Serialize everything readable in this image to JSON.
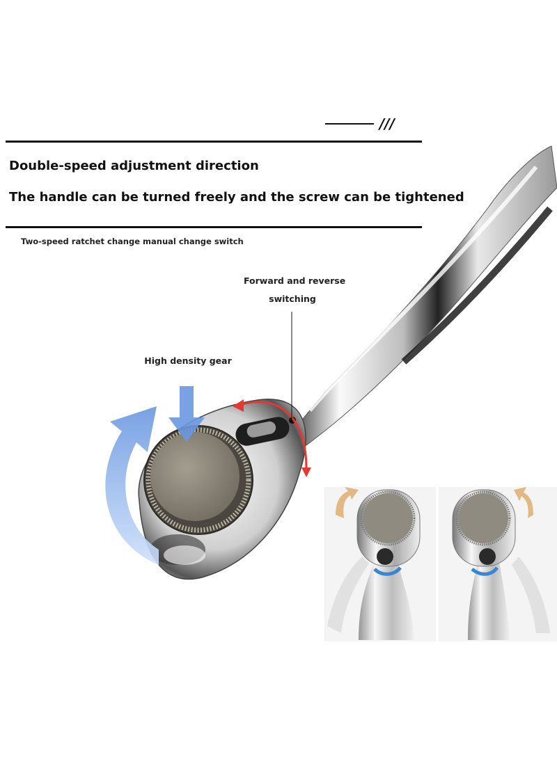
{
  "header": {
    "decoration_slashes": "///"
  },
  "headings": {
    "line1": "Double-speed adjustment direction",
    "line2": "The handle can be turned freely and the screw can be tightened"
  },
  "subtitle": "Two-speed ratchet change manual change switch",
  "labels": {
    "switch_line1": "Forward and reverse",
    "switch_line2": "switching",
    "gear": "High density gear"
  },
  "icons": {
    "rotation_arrow": "curved-arrow-icon",
    "down_arrow": "arrow-down-icon",
    "switch_arrow": "red-curved-arrow-icon"
  },
  "colors": {
    "blue_arrow": "#7fa6e6",
    "red_arrow": "#e23a32",
    "tan_arrow": "#e2b884",
    "chrome_light": "#f2f2f2",
    "chrome_dark": "#333333",
    "gear_face": "#8e897c"
  }
}
